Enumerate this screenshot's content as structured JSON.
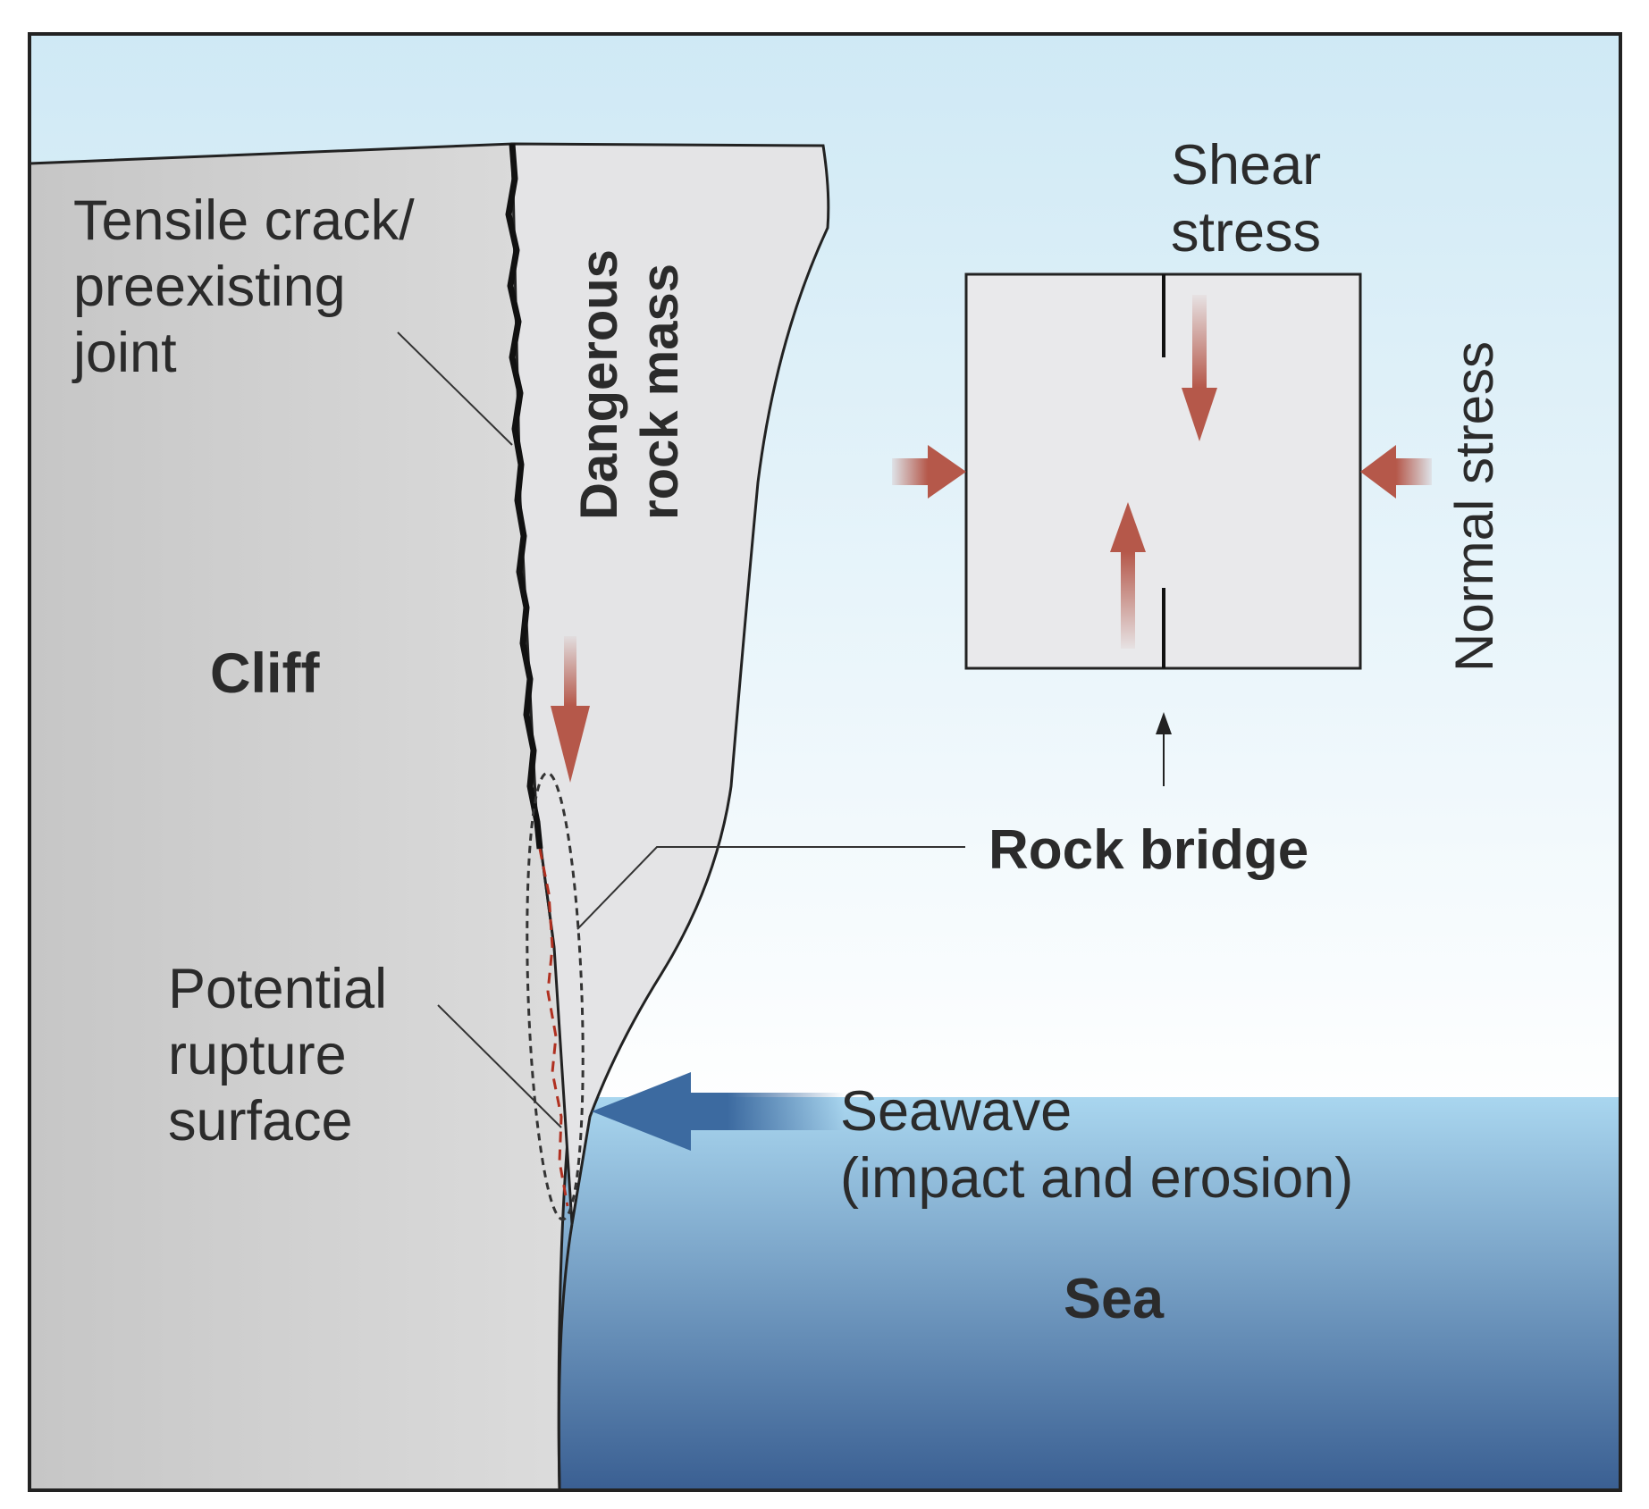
{
  "labels": {
    "tensile_crack": [
      "Tensile crack/",
      "preexisting",
      "joint"
    ],
    "dangerous_rock_mass": [
      "Dangerous",
      "rock mass"
    ],
    "cliff": "Cliff",
    "shear_stress": [
      "Shear",
      "stress"
    ],
    "normal_stress": "Normal stress",
    "rock_bridge": "Rock bridge",
    "potential_rupture_surface": [
      "Potential",
      "rupture",
      "surface"
    ],
    "seawave": [
      "Seawave",
      "(impact and erosion)"
    ],
    "sea": "Sea"
  },
  "colors": {
    "sky_top": "#cfe9f5",
    "sky_bottom": "#ffffff",
    "cliff_left": "#c6c6c6",
    "cliff_right": "#dcdcdc",
    "rock_mass": "#e4e4e6",
    "sea_top": "#a9d6ef",
    "sea_bottom": "#3a5f92",
    "stress_arrow": "#b5584a",
    "seawave_arrow": "#3c6aa0",
    "outline": "#222222",
    "rupture_line": "#b03020"
  }
}
